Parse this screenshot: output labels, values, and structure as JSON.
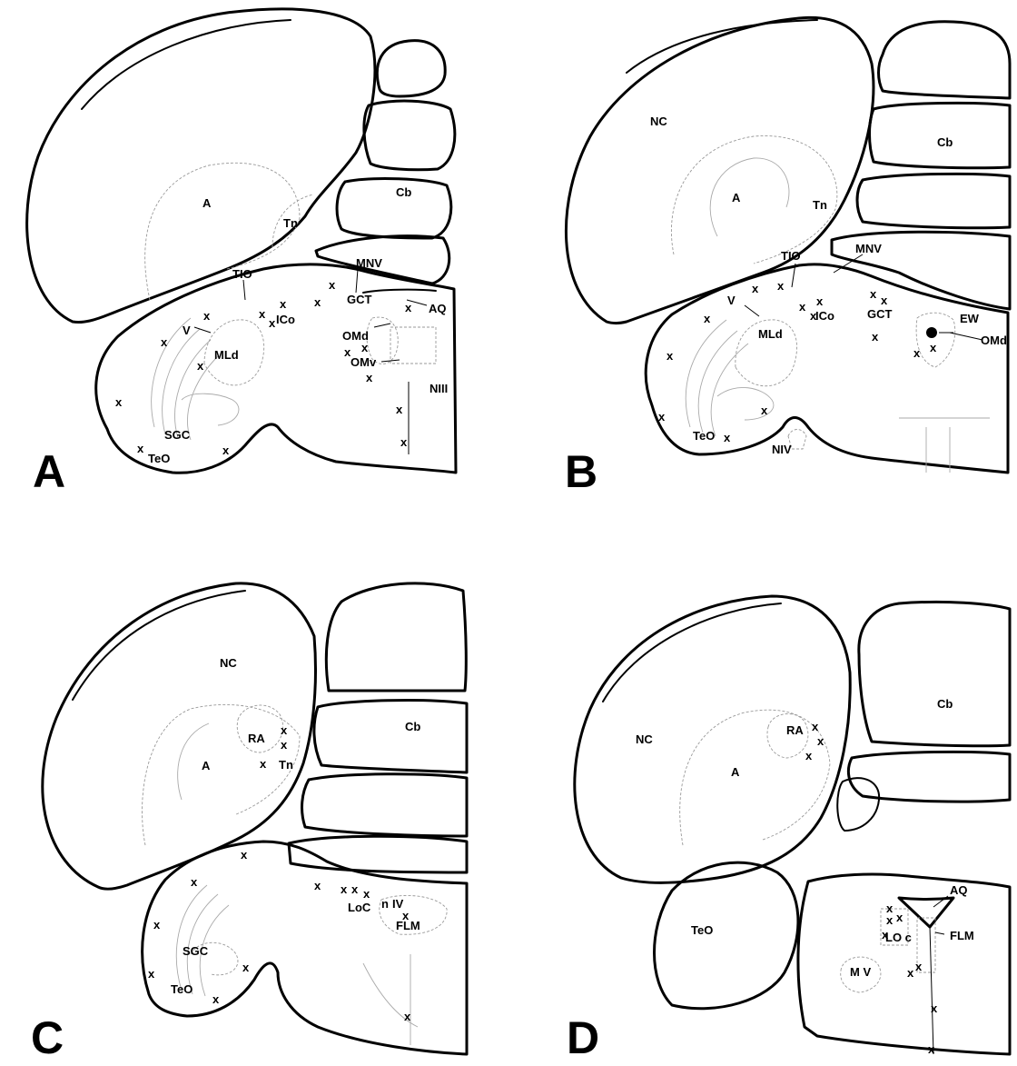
{
  "panels": {
    "A": {
      "letter": "A",
      "labels": {
        "a": "A",
        "tn": "Tn",
        "cb": "Cb",
        "mnv": "MNV",
        "tio": "TIO",
        "gct": "GCT",
        "aq": "AQ",
        "ico": "ICo",
        "v": "V",
        "omd": "OMd",
        "mld": "MLd",
        "omv": "OMv",
        "niii": "NIII",
        "sgc": "SGC",
        "teo": "TeO"
      },
      "mark": "x"
    },
    "B": {
      "letter": "B",
      "labels": {
        "nc": "NC",
        "cb": "Cb",
        "a": "A",
        "tn": "Tn",
        "tio": "TIO",
        "mnv": "MNV",
        "v": "V",
        "ico": "ICo",
        "gct": "GCT",
        "ew": "EW",
        "mld": "MLd",
        "omd": "OMd",
        "teo": "TeO",
        "niv": "NIV"
      },
      "mark": "x"
    },
    "C": {
      "letter": "C",
      "labels": {
        "nc": "NC",
        "cb": "Cb",
        "ra": "RA",
        "a": "A",
        "tn": "Tn",
        "loc": "LoC",
        "n": "n",
        "iv": "IV",
        "flm": "FLM",
        "sgc": "SGC",
        "teo": "TeO"
      },
      "mark": "x"
    },
    "D": {
      "letter": "D",
      "labels": {
        "cb": "Cb",
        "nc": "NC",
        "ra": "RA",
        "a": "A",
        "aq": "AQ",
        "teo": "TeO",
        "loc": "LO c",
        "flm": "FLM",
        "mv": "M V"
      },
      "mark": "x"
    }
  }
}
